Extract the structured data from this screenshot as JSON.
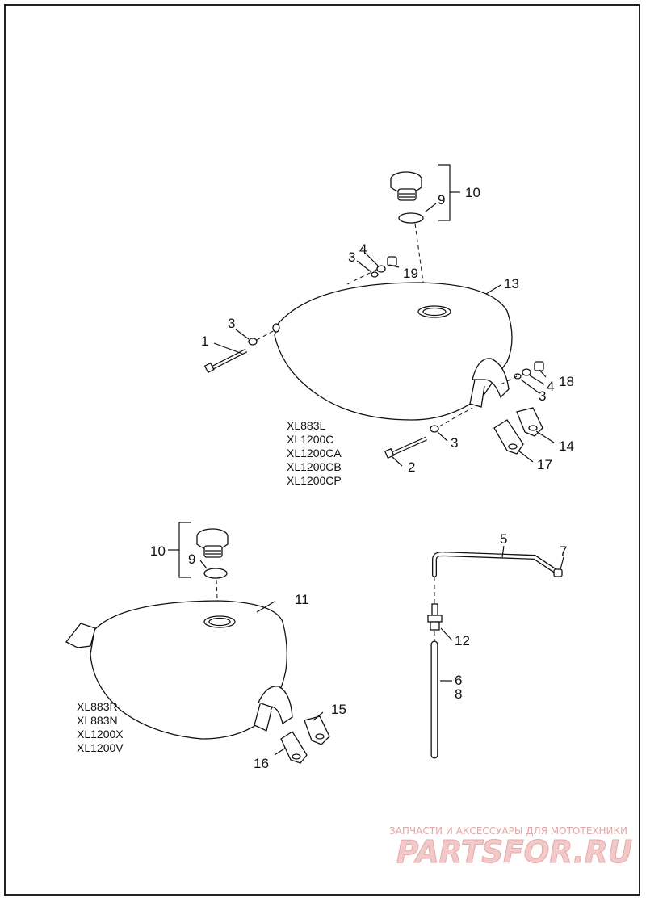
{
  "diagram": {
    "callouts": {
      "c10_top": "10",
      "c9_top": "9",
      "c13": "13",
      "c4_top": "4",
      "c3_topwasher": "3",
      "c19": "19",
      "c1": "1",
      "c3_left": "3",
      "c18": "18",
      "c4_right": "4",
      "c3_right": "3",
      "c3_bottom": "3",
      "c2": "2",
      "c14": "14",
      "c17": "17",
      "c10_bottom": "10",
      "c9_bottom": "9",
      "c11": "11",
      "c15": "15",
      "c16": "16",
      "c5": "5",
      "c7": "7",
      "c12": "12",
      "c6": "6",
      "c8": "8"
    },
    "models_top": [
      "XL883L",
      "XL1200C",
      "XL1200CA",
      "XL1200CB",
      "XL1200CP"
    ],
    "models_bottom": [
      "XL883R",
      "XL883N",
      "XL1200X",
      "XL1200V"
    ]
  },
  "watermark": {
    "tagline": "ЗАПЧАСТИ И АКСЕССУАРЫ ДЛЯ МОТОТЕХНИКИ",
    "brand": "PARTSFOR.RU"
  }
}
